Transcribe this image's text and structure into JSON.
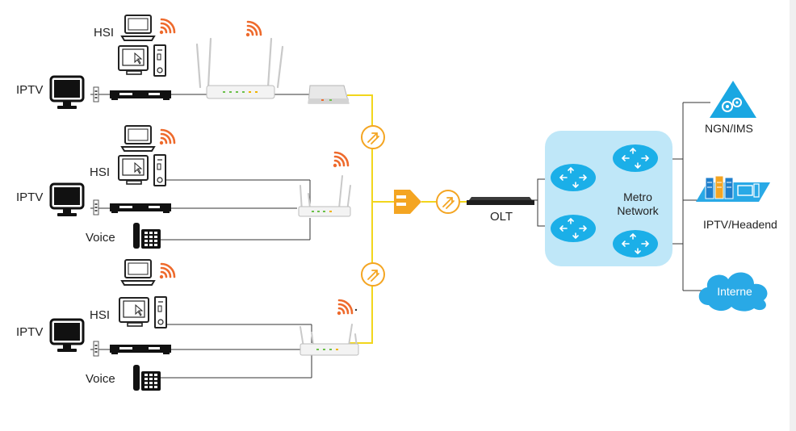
{
  "labels": {
    "hsi": "HSI",
    "iptv": "IPTV",
    "voice": "Voice",
    "olt": "OLT",
    "metro_line1": "Metro",
    "metro_line2": "Network",
    "ngn": "NGN/IMS",
    "headend": "IPTV/Headend",
    "internet": "Interne"
  },
  "colors": {
    "fiber": "#f2d61c",
    "wifi": "#ee6a2c",
    "splitter": "#f4a522",
    "metro_bg": "#bfe7f8",
    "router": "#1bafe8",
    "ngn": "#1aa7e2",
    "cloud": "#29a9e6",
    "line": "#333333"
  },
  "icons": {
    "computer": "desktop-computer-icon",
    "laptop": "laptop-icon",
    "tv": "tv-monitor-icon",
    "stb": "set-top-box-icon",
    "phone": "telephone-icon",
    "wifi": "wifi-signal-icon",
    "ont": "ont-router-icon",
    "splitter": "optical-splitter-icon",
    "olt": "olt-device-icon",
    "router": "router-icon",
    "ngn": "ngn-ims-icon",
    "headend": "headend-server-icon",
    "cloud": "internet-cloud-icon"
  }
}
